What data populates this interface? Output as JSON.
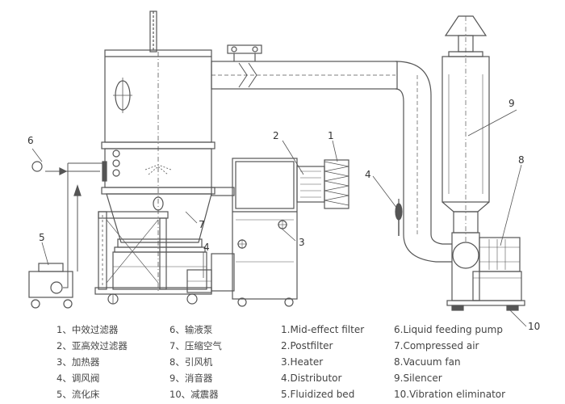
{
  "callouts": [
    "1",
    "2",
    "3",
    "4",
    "4",
    "5",
    "6",
    "7",
    "8",
    "9",
    "10"
  ],
  "legend_cn": [
    "1、中效过滤器",
    "2、亚高效过滤器",
    "3、加热器",
    "4、调风阀",
    "5、流化床",
    "6、输液泵",
    "7、压缩空气",
    "8、引风机",
    "9、消音器",
    "10、减震器"
  ],
  "legend_en": [
    "1.Mid-effect filter",
    "2.Postfilter",
    "3.Heater",
    "4.Distributor",
    "5.Fluidized bed",
    "6.Liquid feeding pump",
    "7.Compressed air",
    "8.Vacuum fan",
    "9.Silencer",
    "10.Vibration eliminator"
  ]
}
